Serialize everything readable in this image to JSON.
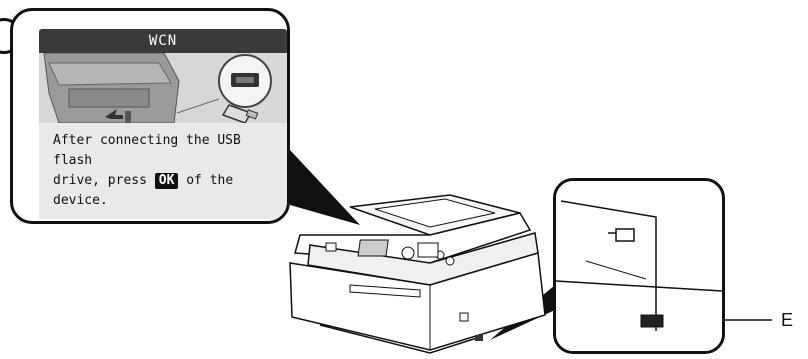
{
  "lcd": {
    "title": "WCN",
    "message_line1": "After connecting the USB flash",
    "message_line2_before": "drive, press",
    "ok_key": "OK",
    "message_line2_after": "of the device."
  },
  "labels": {
    "port_label": "E"
  },
  "icons": {
    "usb_drive": "usb-flash-drive-icon",
    "arrow": "arrow-up-icon"
  },
  "colors": {
    "titlebar": "#3a3a3a",
    "screen_bg": "#e9e9e9",
    "outline": "#111111"
  }
}
